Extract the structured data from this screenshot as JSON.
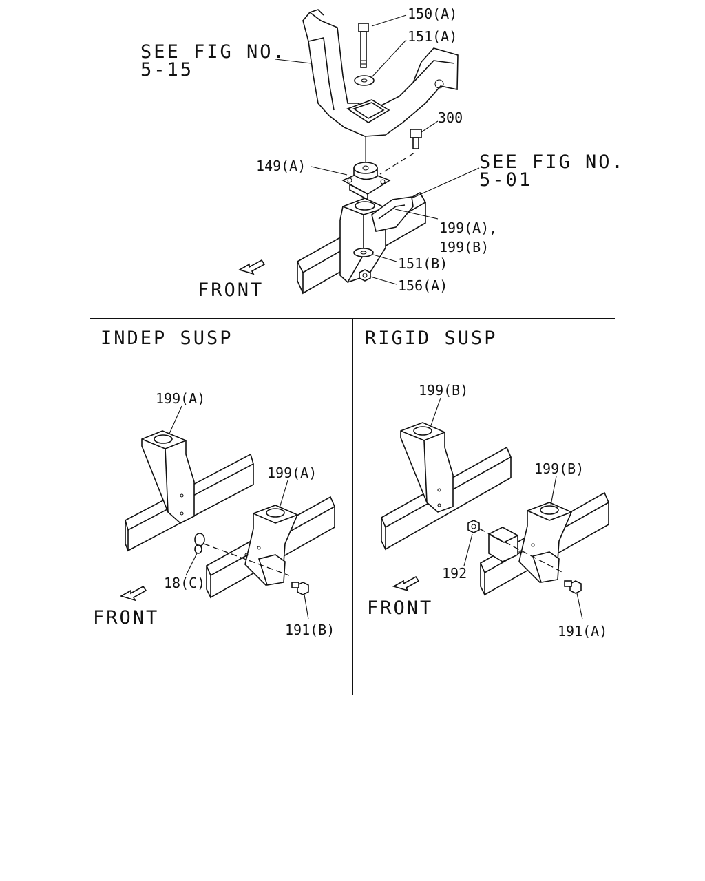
{
  "top": {
    "see_fig_a_line1": "SEE FIG NO.",
    "see_fig_a_line2": "5-15",
    "see_fig_b_line1": "SEE FIG NO.",
    "see_fig_b_line2": "5-01",
    "front": "FRONT",
    "callouts": {
      "c150a": "150(A)",
      "c151a": "151(A)",
      "c300": "300",
      "c149a": "149(A)",
      "c199ab_1": "199(A),",
      "c199ab_2": "199(B)",
      "c151b": "151(B)",
      "c156a": "156(A)"
    }
  },
  "left_panel": {
    "title": "INDEP SUSP",
    "front": "FRONT",
    "callouts": {
      "c199a_top": "199(A)",
      "c199a_bottom": "199(A)",
      "c18c": "18(C)",
      "c191b": "191(B)"
    }
  },
  "right_panel": {
    "title": "RIGID SUSP",
    "front": "FRONT",
    "callouts": {
      "c199b_top": "199(B)",
      "c199b_bottom": "199(B)",
      "c192": "192",
      "c191a": "191(A)"
    }
  }
}
